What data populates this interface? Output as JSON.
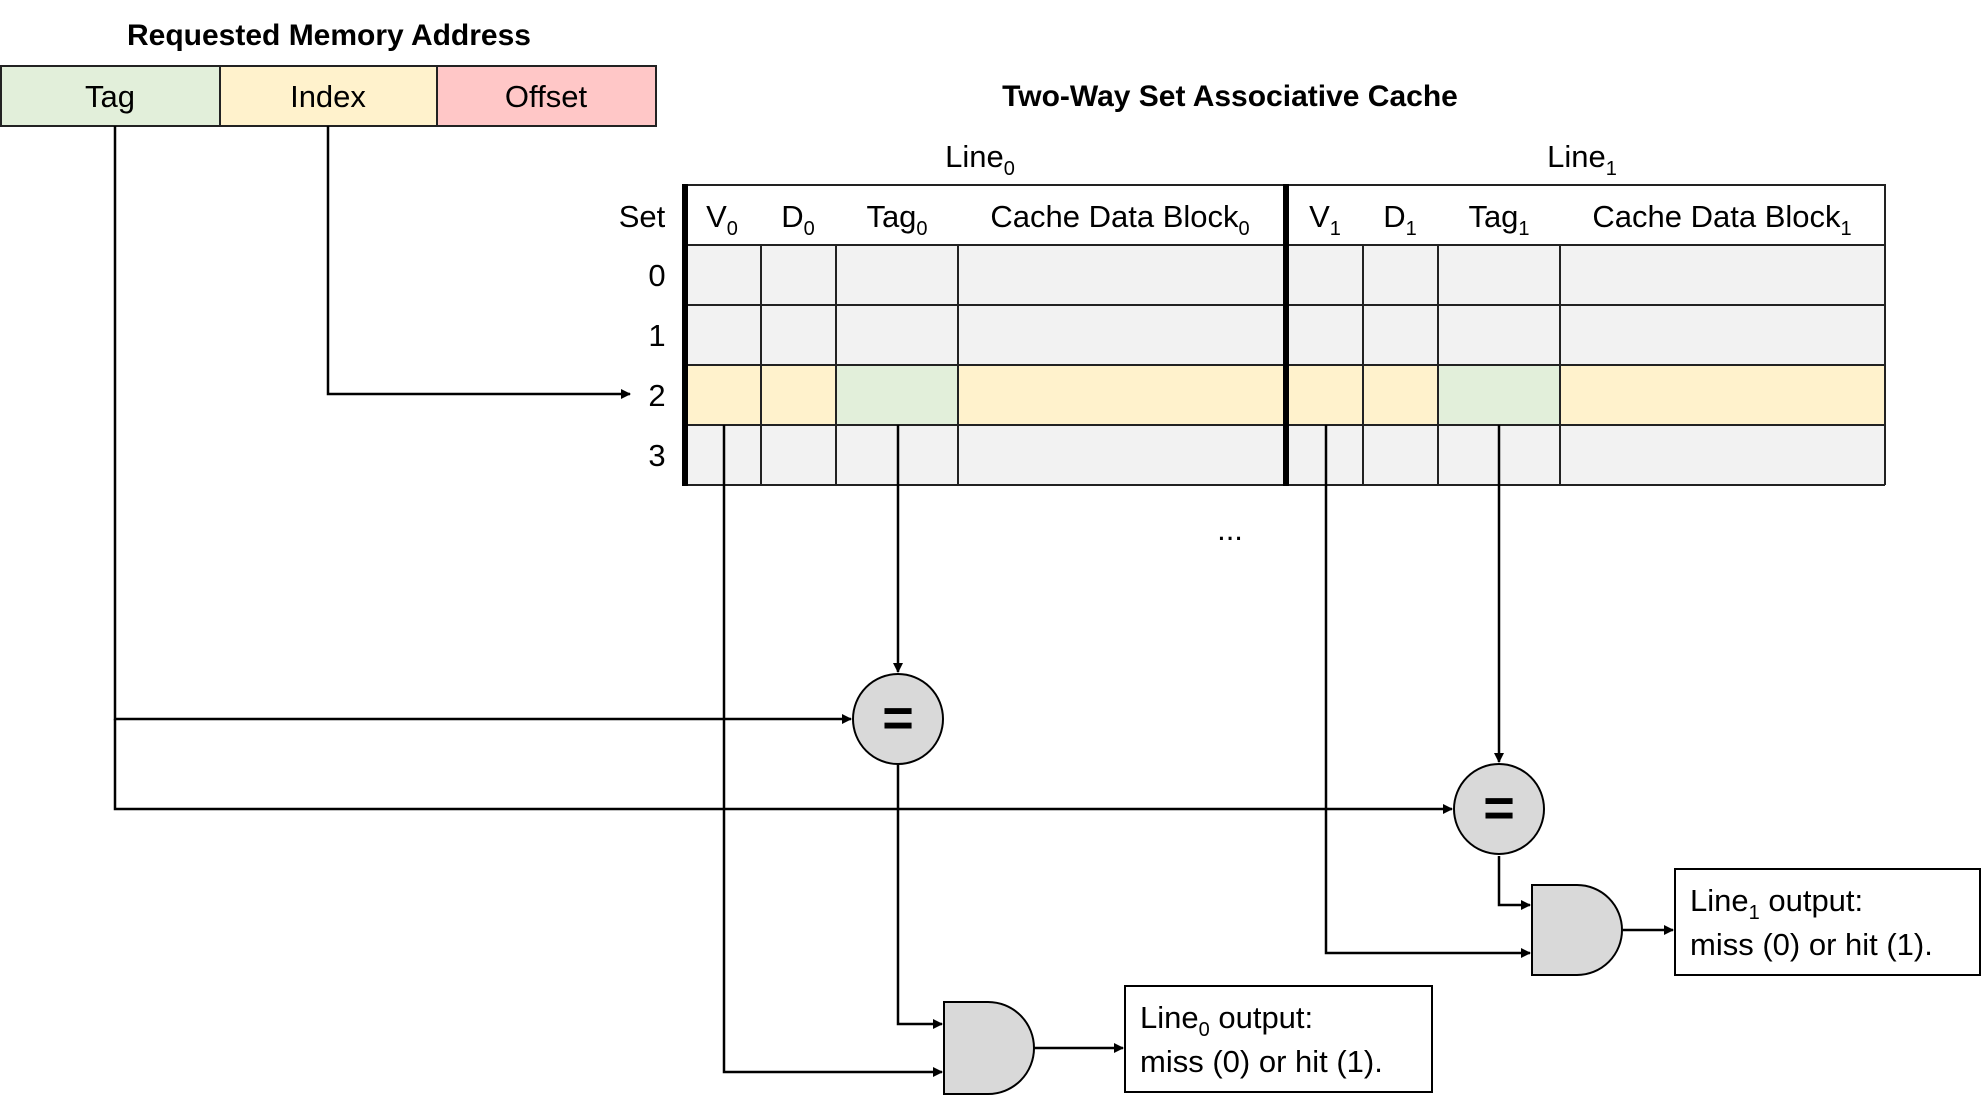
{
  "address": {
    "title": "Requested Memory Address",
    "fields": [
      {
        "label": "Tag",
        "color": "#e2efda"
      },
      {
        "label": "Index",
        "color": "#fff2cc"
      },
      {
        "label": "Offset",
        "color": "#ffc7c7"
      }
    ]
  },
  "cache": {
    "title": "Two-Way Set Associative Cache",
    "set_header": "Set",
    "lines": [
      {
        "label": "Line",
        "sub": "0",
        "columns": [
          {
            "label": "V",
            "sub": "0"
          },
          {
            "label": "D",
            "sub": "0"
          },
          {
            "label": "Tag",
            "sub": "0"
          },
          {
            "label": "Cache Data Block",
            "sub": "0"
          }
        ]
      },
      {
        "label": "Line",
        "sub": "1",
        "columns": [
          {
            "label": "V",
            "sub": "1"
          },
          {
            "label": "D",
            "sub": "1"
          },
          {
            "label": "Tag",
            "sub": "1"
          },
          {
            "label": "Cache Data Block",
            "sub": "1"
          }
        ]
      }
    ],
    "sets": [
      "0",
      "1",
      "2",
      "3"
    ],
    "selected_set": "2",
    "ellipsis": "...",
    "colors": {
      "cell": "#f2f2f2",
      "selected_row": "#fff2cc",
      "selected_tag": "#e2efda",
      "gate_fill": "#d9d9d9"
    }
  },
  "comparators": [
    {
      "symbol": "="
    },
    {
      "symbol": "="
    }
  ],
  "outputs": [
    {
      "line": "Line",
      "sub": "0",
      "text1": " output:",
      "text2": "miss (0) or hit (1)."
    },
    {
      "line": "Line",
      "sub": "1",
      "text1": " output:",
      "text2": "miss (0) or hit (1)."
    }
  ]
}
